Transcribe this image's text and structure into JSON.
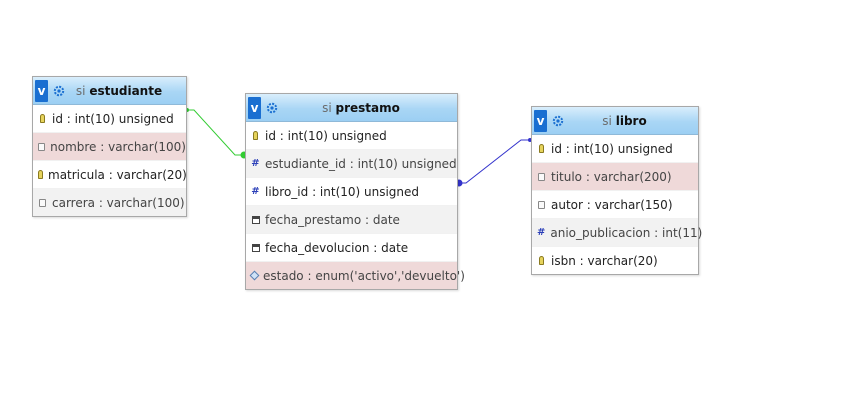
{
  "tables": [
    {
      "db": "si",
      "name": "estudiante",
      "toggle_label": "v",
      "fields": [
        {
          "label": "id : int(10) unsigned",
          "icon": "key-icon",
          "style": "normal"
        },
        {
          "label": "nombre : varchar(100)",
          "icon": "doc-icon",
          "style": "display"
        },
        {
          "label": "matricula : varchar(20)",
          "icon": "key-icon",
          "style": "normal"
        },
        {
          "label": "carrera : varchar(100)",
          "icon": "doc-icon",
          "style": "alt"
        }
      ]
    },
    {
      "db": "si",
      "name": "prestamo",
      "toggle_label": "v",
      "fields": [
        {
          "label": "id : int(10) unsigned",
          "icon": "key-icon",
          "style": "normal"
        },
        {
          "label": "estudiante_id : int(10) unsigned",
          "icon": "hash-icon",
          "style": "alt"
        },
        {
          "label": "libro_id : int(10) unsigned",
          "icon": "hash-icon",
          "style": "normal"
        },
        {
          "label": "fecha_prestamo : date",
          "icon": "calendar-icon",
          "style": "alt"
        },
        {
          "label": "fecha_devolucion : date",
          "icon": "calendar-icon",
          "style": "normal"
        },
        {
          "label": "estado : enum('activo','devuelto')",
          "icon": "enum-icon",
          "style": "display"
        }
      ]
    },
    {
      "db": "si",
      "name": "libro",
      "toggle_label": "v",
      "fields": [
        {
          "label": "id : int(10) unsigned",
          "icon": "key-icon",
          "style": "normal"
        },
        {
          "label": "titulo : varchar(200)",
          "icon": "doc-icon",
          "style": "display"
        },
        {
          "label": "autor : varchar(150)",
          "icon": "doc-icon",
          "style": "normal"
        },
        {
          "label": "anio_publicacion : int(11)",
          "icon": "hash-icon",
          "style": "alt"
        },
        {
          "label": "isbn : varchar(20)",
          "icon": "key-icon",
          "style": "normal"
        }
      ]
    }
  ],
  "relations": [
    {
      "from": "prestamo.estudiante_id",
      "to": "estudiante.id",
      "color": "#33cc33"
    },
    {
      "from": "prestamo.libro_id",
      "to": "libro.id",
      "color": "#3333cc"
    }
  ],
  "colors": {
    "header_gradient_top": "#d9eefc",
    "header_gradient_bottom": "#9ccff3",
    "toggle_blue": "#1a6fd1",
    "display_field_bg": "#efd9d9",
    "alt_row_bg": "#f2f2f2"
  }
}
